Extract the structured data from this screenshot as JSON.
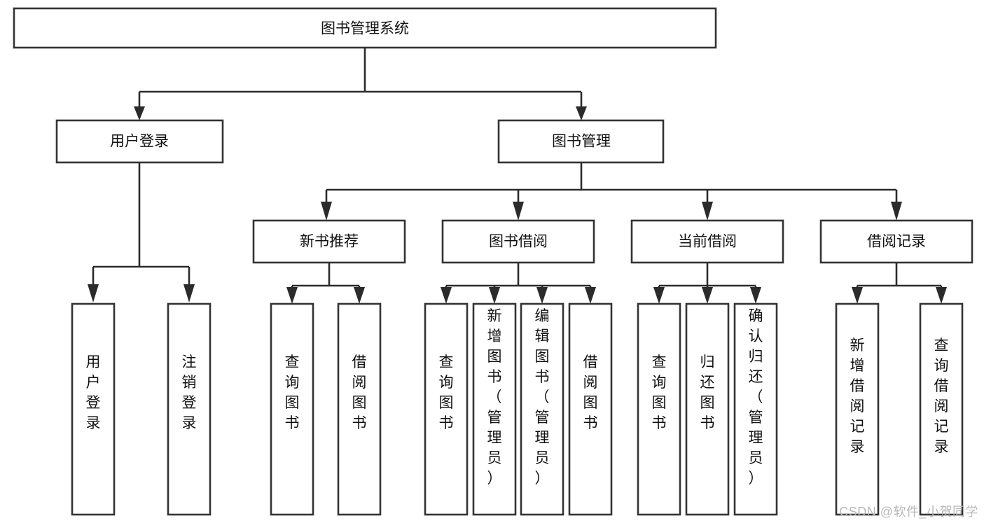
{
  "diagram": {
    "title": "图书管理系统",
    "watermark": "CSDN @软件_小贺同学",
    "root": {
      "label": "图书管理系统"
    },
    "level1": [
      {
        "label": "用户登录"
      },
      {
        "label": "图书管理"
      }
    ],
    "level2": [
      {
        "label": "新书推荐"
      },
      {
        "label": "图书借阅"
      },
      {
        "label": "当前借阅"
      },
      {
        "label": "借阅记录"
      }
    ],
    "leaves": {
      "user_login": [
        {
          "label": "用户登录"
        },
        {
          "label": "注销登录"
        }
      ],
      "new_book_recommend": [
        {
          "label": "查询图书"
        },
        {
          "label": "借阅图书"
        }
      ],
      "book_borrow": [
        {
          "label": "查询图书"
        },
        {
          "label": "新增图书（管理员）"
        },
        {
          "label": "编辑图书（管理员）"
        },
        {
          "label": "借阅图书"
        }
      ],
      "current_borrow": [
        {
          "label": "查询图书"
        },
        {
          "label": "归还图书"
        },
        {
          "label": "确认归还（管理员）"
        }
      ],
      "borrow_record": [
        {
          "label": "新增借阅记录"
        },
        {
          "label": "查询借阅记录"
        }
      ]
    },
    "colors": {
      "box_stroke": "#333333",
      "box_fill": "#ffffff",
      "connector": "#2b2b2b",
      "text": "#111111",
      "watermark": "#b9b9b9"
    }
  }
}
